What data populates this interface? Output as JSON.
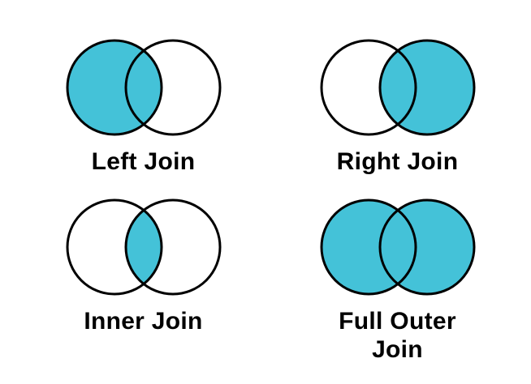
{
  "page": {
    "background_color": "#ffffff",
    "text_color": "#000000"
  },
  "diagram": {
    "fill_color": "#44C2D8",
    "stroke_color": "#000000",
    "stroke_width": 3,
    "joins": [
      {
        "label": "Left Join",
        "regions": {
          "left": true,
          "right": false,
          "intersection": true
        }
      },
      {
        "label": "Right Join",
        "regions": {
          "left": false,
          "right": true,
          "intersection": true
        }
      },
      {
        "label": "Inner Join",
        "regions": {
          "left": false,
          "right": false,
          "intersection": true
        }
      },
      {
        "label": "Full Outer Join",
        "regions": {
          "left": true,
          "right": true,
          "intersection": true
        }
      }
    ]
  }
}
